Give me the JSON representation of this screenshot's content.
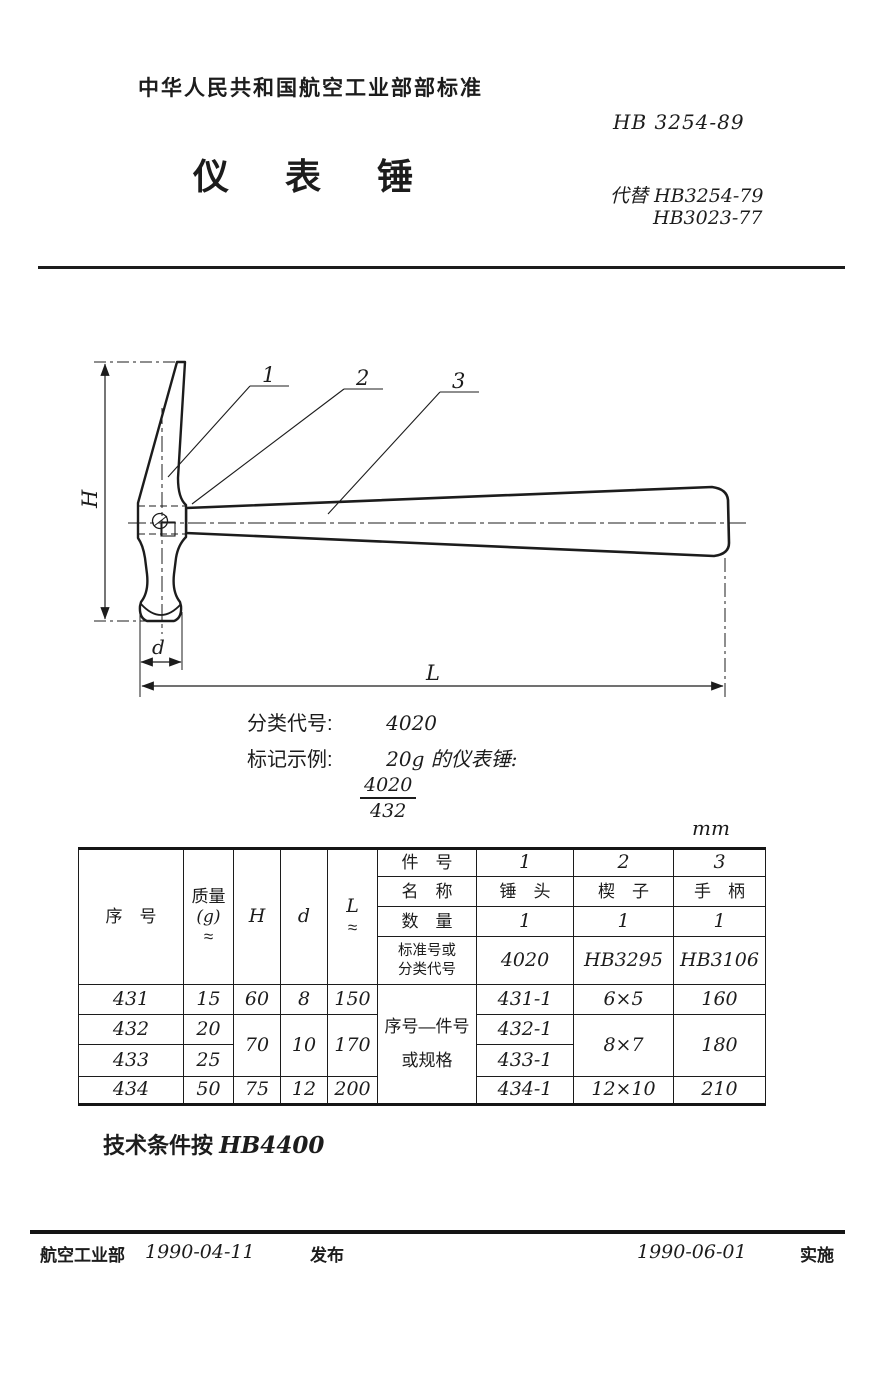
{
  "header": {
    "org": "中华人民共和国航空工业部部标准",
    "std_no": "HB 3254-89",
    "title": "仪表锤",
    "replaces_1": "代替 HB3254-79",
    "replaces_2": "HB3023-77"
  },
  "drawing": {
    "callouts": [
      "1",
      "2",
      "3"
    ],
    "dims": {
      "h": "H",
      "d": "d",
      "l": "L"
    }
  },
  "notes": {
    "class_label": "分类代号:",
    "class_code": "4020",
    "example_label": "标记示例:",
    "example_text": "20g 的仪表锤:",
    "fraction_num": "4020",
    "fraction_den": "432",
    "unit": "mm",
    "tech_label": "技术条件按",
    "tech_code": "HB4400"
  },
  "table": {
    "headers": {
      "serial": "序　号",
      "mass_1": "质量",
      "mass_2": "(g)",
      "mass_3": "≈",
      "h": "H",
      "d": "d",
      "l": "L",
      "l_approx": "≈",
      "part_no": "件　号",
      "name": "名　称",
      "qty": "数　量",
      "std_1": "标准号或",
      "std_2": "分类代号"
    },
    "part_nos": [
      "1",
      "2",
      "3"
    ],
    "part_names": [
      "锤　头",
      "楔　子",
      "手　柄"
    ],
    "part_qtys": [
      "1",
      "1",
      "1"
    ],
    "part_stds": [
      "4020",
      "HB3295",
      "HB3106"
    ],
    "spec_label_1": "序号—件号",
    "spec_label_2": "或规格",
    "rows": [
      {
        "serial": "431",
        "mass": "15",
        "h": "60",
        "d": "8",
        "l": "150",
        "part": "431-1",
        "wedge": "6×5",
        "handle": "160"
      },
      {
        "serial": "432",
        "mass": "20",
        "h": "70",
        "d": "10",
        "l": "170",
        "part": "432-1",
        "wedge": "8×7",
        "handle": "180"
      },
      {
        "serial": "433",
        "mass": "25",
        "part": "433-1"
      },
      {
        "serial": "434",
        "mass": "50",
        "h": "75",
        "d": "12",
        "l": "200",
        "part": "434-1",
        "wedge": "12×10",
        "handle": "210"
      }
    ]
  },
  "footer": {
    "issuer": "航空工业部",
    "issue_date": "1990-04-11",
    "issue_label": "发布",
    "impl_date": "1990-06-01",
    "impl_label": "实施"
  }
}
